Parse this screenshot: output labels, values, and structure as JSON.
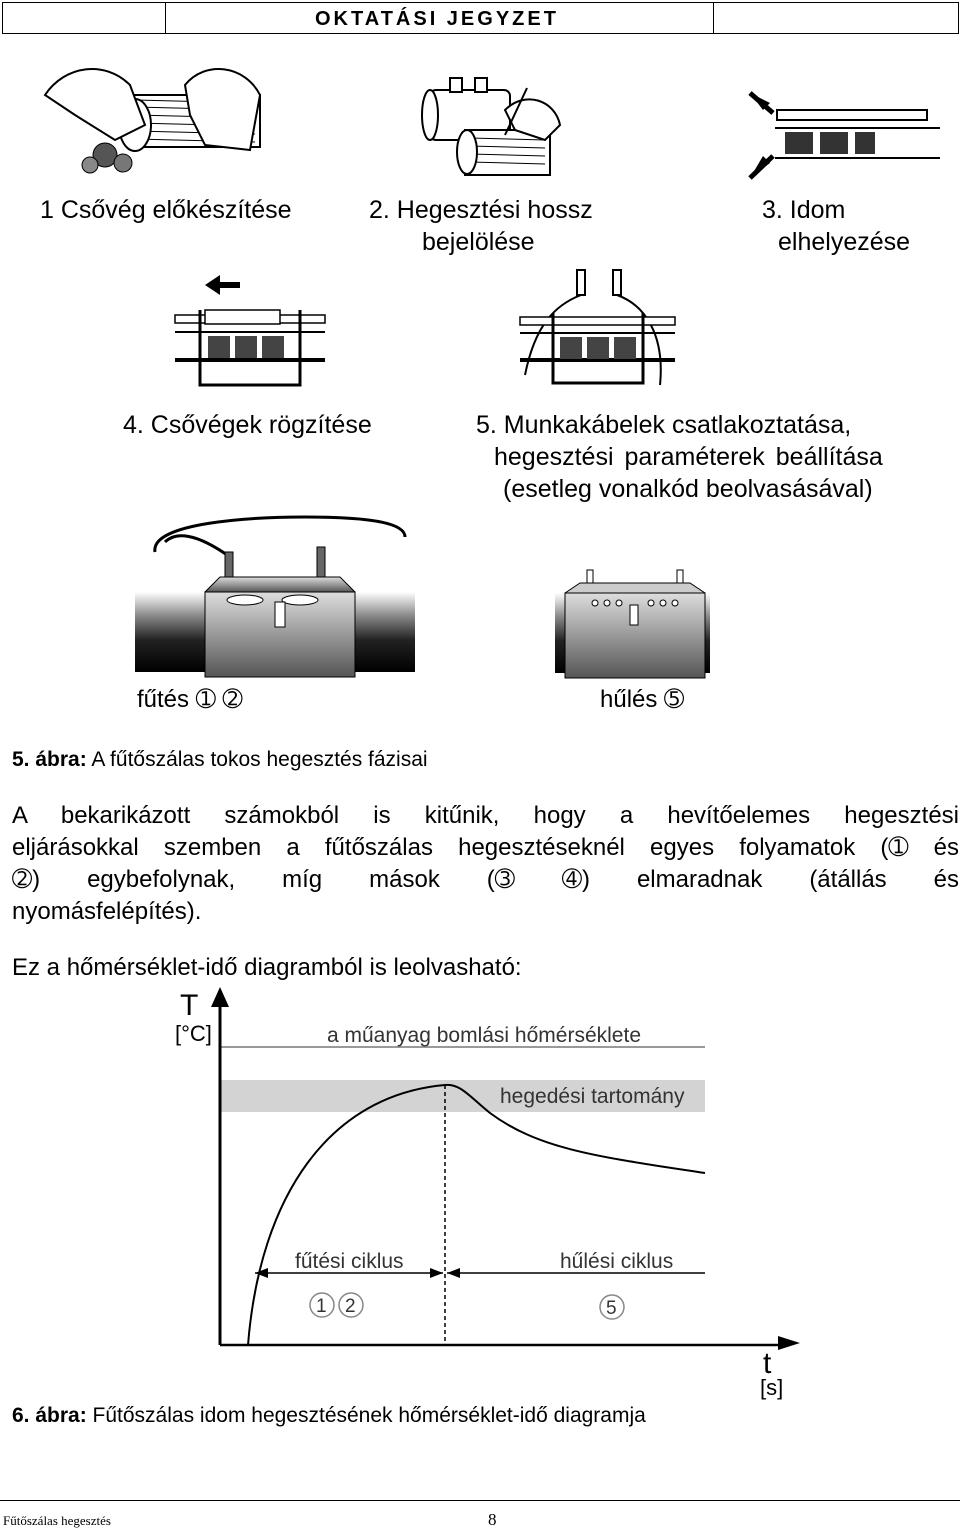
{
  "header": {
    "title": "OKTATÁSI JEGYZET"
  },
  "steps": {
    "s1": "1 Csővég előkészítése",
    "s2_line1": "2. Hegesztési hossz",
    "s2_line2": "bejelölése",
    "s3_line1": "3. Idom",
    "s3_line2": "elhelyezése",
    "s4": "4. Csővégek rögzítése",
    "s5_line1": "5. Munkakábelek csatlakoztatása,",
    "s5_line2": "hegesztési paraméterek beállítása",
    "s5_line3": "(esetleg vonalkód beolvasásával)"
  },
  "phases": {
    "heating": "fűtés ➀ ➁",
    "cooling": "hűlés ➄"
  },
  "fig5": {
    "label": "5. ábra:",
    "text": " A fűtőszálas tokos hegesztés fázisai"
  },
  "paragraph": {
    "l1": "A bekarikázott számokból is kitűnik, hogy a hevítőelemes hegesztési",
    "l2": "eljárásokkal szemben a fűtőszálas hegesztéseknél egyes folyamatok (➀ és",
    "l3": "➁) egybefolynak, míg mások (➂ ➃) elmaradnak (átállás és",
    "l4": "nyomásfelépítés)."
  },
  "intro": "Ez a hőmérséklet-idő diagramból is leolvasható:",
  "diagram": {
    "y_axis": "T",
    "y_unit": "[°C]",
    "x_axis": "t",
    "x_unit": "[s]",
    "decomp": "a műanyag bomlási hőmérséklete",
    "range": "hegedési tartomány",
    "heat_cycle": "fűtési ciklus",
    "cool_cycle": "hűlési ciklus",
    "n1": "1",
    "n2": "2",
    "n5": "5"
  },
  "fig6": {
    "label": "6. ábra:",
    "text": " Fűtőszálas idom hegesztésének hőmérséklet-idő diagramja"
  },
  "footer": {
    "left": "Fűtőszálas hegesztés",
    "page": "8"
  }
}
